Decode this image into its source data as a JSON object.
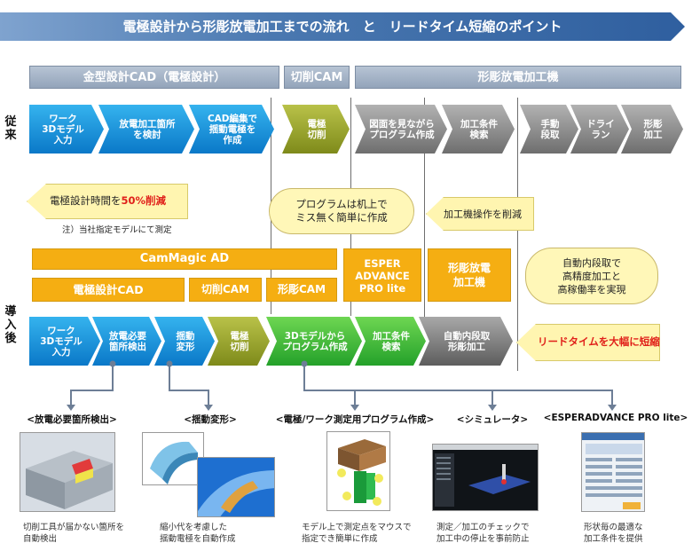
{
  "title": "電極設計から形彫放電加工までの流れ　と　リードタイム短縮のポイント",
  "headers": {
    "mold_cad": "金型設計CAD（電極設計）",
    "cam": "切削CAM",
    "edm": "形彫放電加工機"
  },
  "row_labels": {
    "before": "従\n来",
    "after": "導\n入\n後"
  },
  "before_steps": [
    "ワーク\n3Dモデル\n入力",
    "放電加工箇所\nを検討",
    "CAD編集で\n揺動電極を\n作成",
    "電極\n切削",
    "図面を見ながら\nプログラム作成",
    "加工条件\n検索",
    "手動\n段取",
    "ドライ\nラン",
    "形彫\n加工"
  ],
  "reduction_callout": {
    "prefix": "電極設計時間を",
    "highlight": "50%削減",
    "note": "注）当社指定モデルにて測定"
  },
  "program_bubble": "プログラムは机上で\nミス無く簡単に作成",
  "machine_callout": "加工機操作を削減",
  "auto_bubble": "自動内段取で\n高精度加工と\n高稼働率を実現",
  "products": {
    "camagic": "CamMagic AD",
    "electrode_cad": "電極設計CAD",
    "cutting_cam": "切削CAM",
    "shape_cam": "形彫CAM",
    "esper": "ESPER\nADVANCE\nPRO lite",
    "edm_machine": "形彫放電\n加工機"
  },
  "after_steps": [
    "ワーク\n3Dモデル\n入力",
    "放電必要\n箇所検出",
    "揺動\n変形",
    "電極\n切削",
    "3Dモデルから\nプログラム作成",
    "加工条件\n検索",
    "自動内段取\n形彫加工"
  ],
  "leadtime_callout": "リードタイムを大幅に短縮",
  "features": [
    {
      "label": "<放電必要箇所検出>",
      "caption": "切削工具が届かない箇所を\n自動検出"
    },
    {
      "label": "<揺動変形>",
      "caption": "縮小代を考慮した\n揺動電極を自動作成"
    },
    {
      "label": "<電極/ワーク測定用プログラム作成>",
      "caption": "モデル上で測定点をマウスで\n指定でき簡単に作成"
    },
    {
      "label": "<シミュレータ>",
      "caption": "測定／加工のチェックで\n加工中の停止を事前防止"
    },
    {
      "label": "<ESPERADVANCE PRO lite>",
      "caption": "形状毎の最適な\n加工条件を提供"
    }
  ],
  "colors": {
    "blue": "#0a78c8",
    "olive": "#7e8a1a",
    "gray": "#6e6e6e",
    "green": "#24a12a",
    "orange": "#f5ae12",
    "red": "#e0201a",
    "yellow": "#fff5b0"
  }
}
